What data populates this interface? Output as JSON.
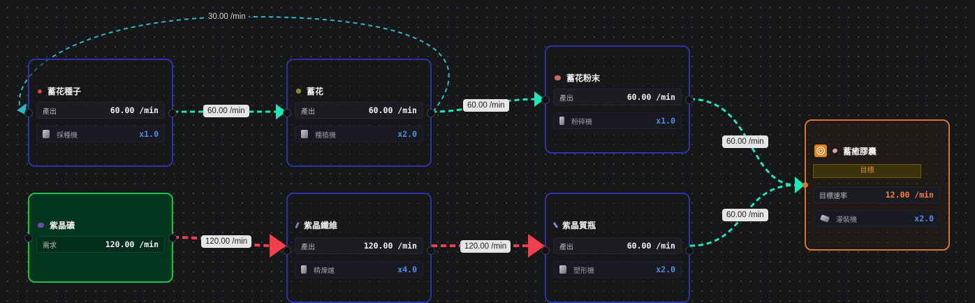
{
  "colors": {
    "node_border": "#2e32a8",
    "source_border": "#1fbf4a",
    "target_border": "#d9752a",
    "edge_teal": "#1de9b6",
    "edge_loop": "#2bb8c9",
    "edge_red": "#f0404c",
    "machine_count": "#4e8fe6",
    "target_rate": "#ff7a33"
  },
  "nodes": {
    "rose_seed": {
      "title": "蓄花種子",
      "icon": "seed-icon",
      "row_label": "產出",
      "row_value": "60.00 /min",
      "machine": {
        "name": "採種機",
        "icon": "harvester-icon",
        "count": "x1.0"
      }
    },
    "rose": {
      "title": "蓄花",
      "icon": "flower-icon",
      "row_label": "產出",
      "row_value": "60.00 /min",
      "machine": {
        "name": "種植機",
        "icon": "planter-icon",
        "count": "x2.0"
      }
    },
    "rose_powder": {
      "title": "蓄花粉末",
      "icon": "powder-icon",
      "row_label": "產出",
      "row_value": "60.00 /min",
      "machine": {
        "name": "粉碎機",
        "icon": "crusher-icon",
        "count": "x1.0"
      }
    },
    "crystal_ore": {
      "title": "紫晶礦",
      "icon": "ore-icon",
      "row_label": "需求",
      "row_value": "120.00 /min"
    },
    "crystal_fiber": {
      "title": "紫晶纖維",
      "icon": "fiber-icon",
      "row_label": "產出",
      "row_value": "120.00 /min",
      "machine": {
        "name": "精煉爐",
        "icon": "furnace-icon",
        "count": "x4.0"
      }
    },
    "crystal_bottle": {
      "title": "紫晶質瓶",
      "icon": "bottle-icon",
      "row_label": "產出",
      "row_value": "60.00 /min",
      "machine": {
        "name": "塑形機",
        "icon": "shaper-icon",
        "count": "x2.0"
      }
    },
    "capsule": {
      "title": "蓄癒膠囊",
      "icon": "capsule-icon",
      "badge": "目標",
      "row_label": "目標速率",
      "row_value": "12.00 /min",
      "machine": {
        "name": "灌裝機",
        "icon": "filler-icon",
        "count": "x2.0"
      }
    }
  },
  "edges": [
    {
      "id": "loop",
      "from": "rose",
      "to": "rose_seed",
      "label": "30.00 /min"
    },
    {
      "id": "seed_to_rose",
      "from": "rose_seed",
      "to": "rose",
      "label": "60.00 /min"
    },
    {
      "id": "rose_to_powder",
      "from": "rose",
      "to": "rose_powder",
      "label": "60.00 /min"
    },
    {
      "id": "powder_to_capsule",
      "from": "rose_powder",
      "to": "capsule",
      "label": "60.00 /min"
    },
    {
      "id": "ore_to_fiber",
      "from": "crystal_ore",
      "to": "crystal_fiber",
      "label": "120.00 /min"
    },
    {
      "id": "fiber_to_bottle",
      "from": "crystal_fiber",
      "to": "crystal_bottle",
      "label": "120.00 /min"
    },
    {
      "id": "bottle_to_capsule",
      "from": "crystal_bottle",
      "to": "capsule",
      "label": "60.00 /min"
    }
  ]
}
